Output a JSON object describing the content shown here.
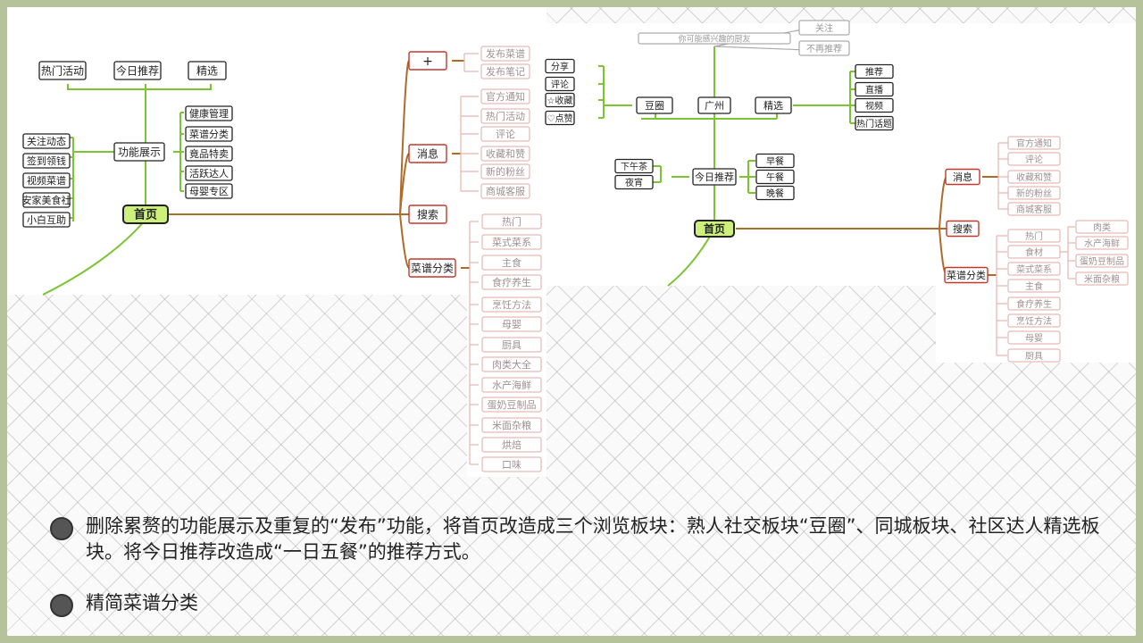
{
  "left_map": {
    "root": "首页",
    "top_nodes": [
      "热门活动",
      "今日推荐",
      "精选"
    ],
    "function_node": "功能展示",
    "left_items": [
      "关注动态",
      "签到领钱",
      "视频菜谱",
      "安家美食社",
      "小白互助"
    ],
    "right_items": [
      "健康管理",
      "菜谱分类",
      "竟品特卖",
      "活跃达人",
      "母婴专区"
    ],
    "plus": "+",
    "plus_children": [
      "发布菜谱",
      "发布笔记"
    ],
    "message": "消息",
    "message_children": [
      "官方通知",
      "热门活动",
      "评论",
      "收藏和赞",
      "新的粉丝",
      "商城客服"
    ],
    "search": "搜索",
    "category": "菜谱分类",
    "category_children": [
      "热门",
      "菜式菜系",
      "主食",
      "食疗养生",
      "烹饪方法",
      "母婴",
      "厨具",
      "肉类大全",
      "水产海鲜",
      "蛋奶豆制品",
      "米面杂粮",
      "烘焙",
      "口味"
    ]
  },
  "right_map": {
    "root": "首页",
    "interest_bar": "你可能感兴趣的厨友",
    "interest_children": [
      "关注",
      "不再推荐"
    ],
    "douquan": "豆圈",
    "douquan_children": [
      "分享",
      "评论",
      "☆收藏",
      "♡点赞"
    ],
    "city": "广州",
    "featured": "精选",
    "featured_children": [
      "推荐",
      "直播",
      "视频",
      "热门话题"
    ],
    "today": "今日推荐",
    "today_left": [
      "下午茶",
      "夜宵"
    ],
    "today_right": [
      "早餐",
      "午餐",
      "晚餐"
    ],
    "message": "消息",
    "message_children": [
      "官方通知",
      "评论",
      "收藏和赞",
      "新的粉丝",
      "商城客服"
    ],
    "search": "搜索",
    "category": "菜谱分类",
    "category_children": [
      "热门",
      "食材",
      "菜式菜系",
      "主食",
      "食疗养生",
      "烹饪方法",
      "母婴",
      "厨具"
    ],
    "ingredient_children": [
      "肉类",
      "水产海鲜",
      "蛋奶豆制品",
      "米面杂粮"
    ]
  },
  "bullets": [
    "删除累赘的功能展示及重复的“发布”功能，将首页改造成三个浏览板块：熟人社交板块“豆圈”、同城板块、社区达人精选板块。将今日推荐改造成“一日五餐”的推荐方式。",
    "精简菜谱分类"
  ],
  "colors": {
    "border": "#b5c29a",
    "green_link": "#7bc432",
    "brown_link": "#b06a2a",
    "red_node": "#c0392b",
    "pink_node": "#e0aaa6",
    "hub_fill": "#ccf07a"
  }
}
